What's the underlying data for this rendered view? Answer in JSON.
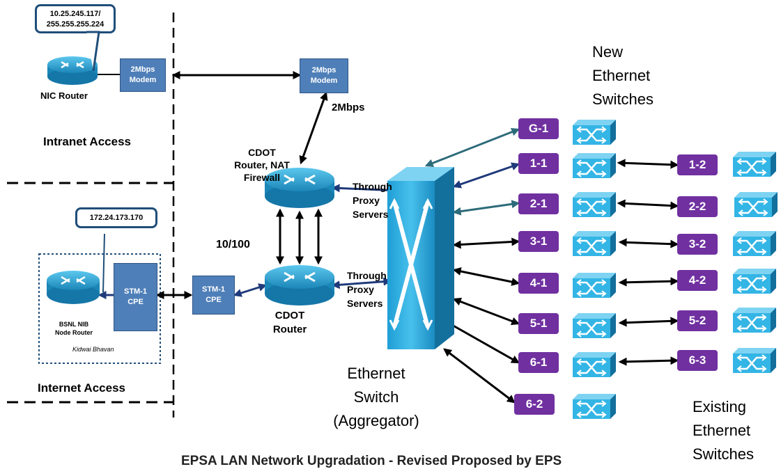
{
  "callouts": {
    "nic_ip": "10.25.245.117/\n255.255.255.224",
    "nib_ip": "172.24.173.170"
  },
  "labels": {
    "nic_router": "NIC Router",
    "intranet_access": "Intranet Access",
    "internet_access": "Internet Access",
    "modem_left": "2Mbps\nModem",
    "modem_right": "2Mbps\nModem",
    "link_speed": "2Mbps",
    "cdot_router_nat": "CDOT\nRouter, NAT\nFirewall",
    "through_proxy_top": "Through\nProxy\nServers",
    "through_proxy_bottom": "Through\nProxy\nServers",
    "ten_hundred": "10/100",
    "stm_cpe_left": "STM-1\nCPE",
    "stm_cpe_right": "STM-1\nCPE",
    "bsnl_router": "BSNL NIB\nNode Router",
    "kidwai_bhavan": "Kidwai Bhavan",
    "cdot_router": "CDOT\nRouter",
    "ethernet_switch": "Ethernet\nSwitch\n(Aggregator)",
    "new_switches": "New\nEthernet\nSwitches",
    "existing_switches": "Existing\nEthernet\nSwitches",
    "footer_title": "EPSA LAN Network Upgradation - Revised Proposed by EPS"
  },
  "nodes_new": [
    "G-1",
    "1-1",
    "2-1",
    "3-1",
    "4-1",
    "5-1",
    "6-1",
    "6-2"
  ],
  "nodes_existing": [
    "1-2",
    "2-2",
    "3-2",
    "4-2",
    "5-2",
    "6-3"
  ],
  "colors": {
    "node_purple": "#7030a0",
    "modem_blue": "#4f7fb8",
    "router_cyan": "#2aa7d6",
    "switch_cyan": "#33b5e5",
    "link_navy": "#1f3a7a",
    "link_teal": "#2e6b7a"
  },
  "icons": [
    "router-icon",
    "switch-icon",
    "modem-box"
  ]
}
